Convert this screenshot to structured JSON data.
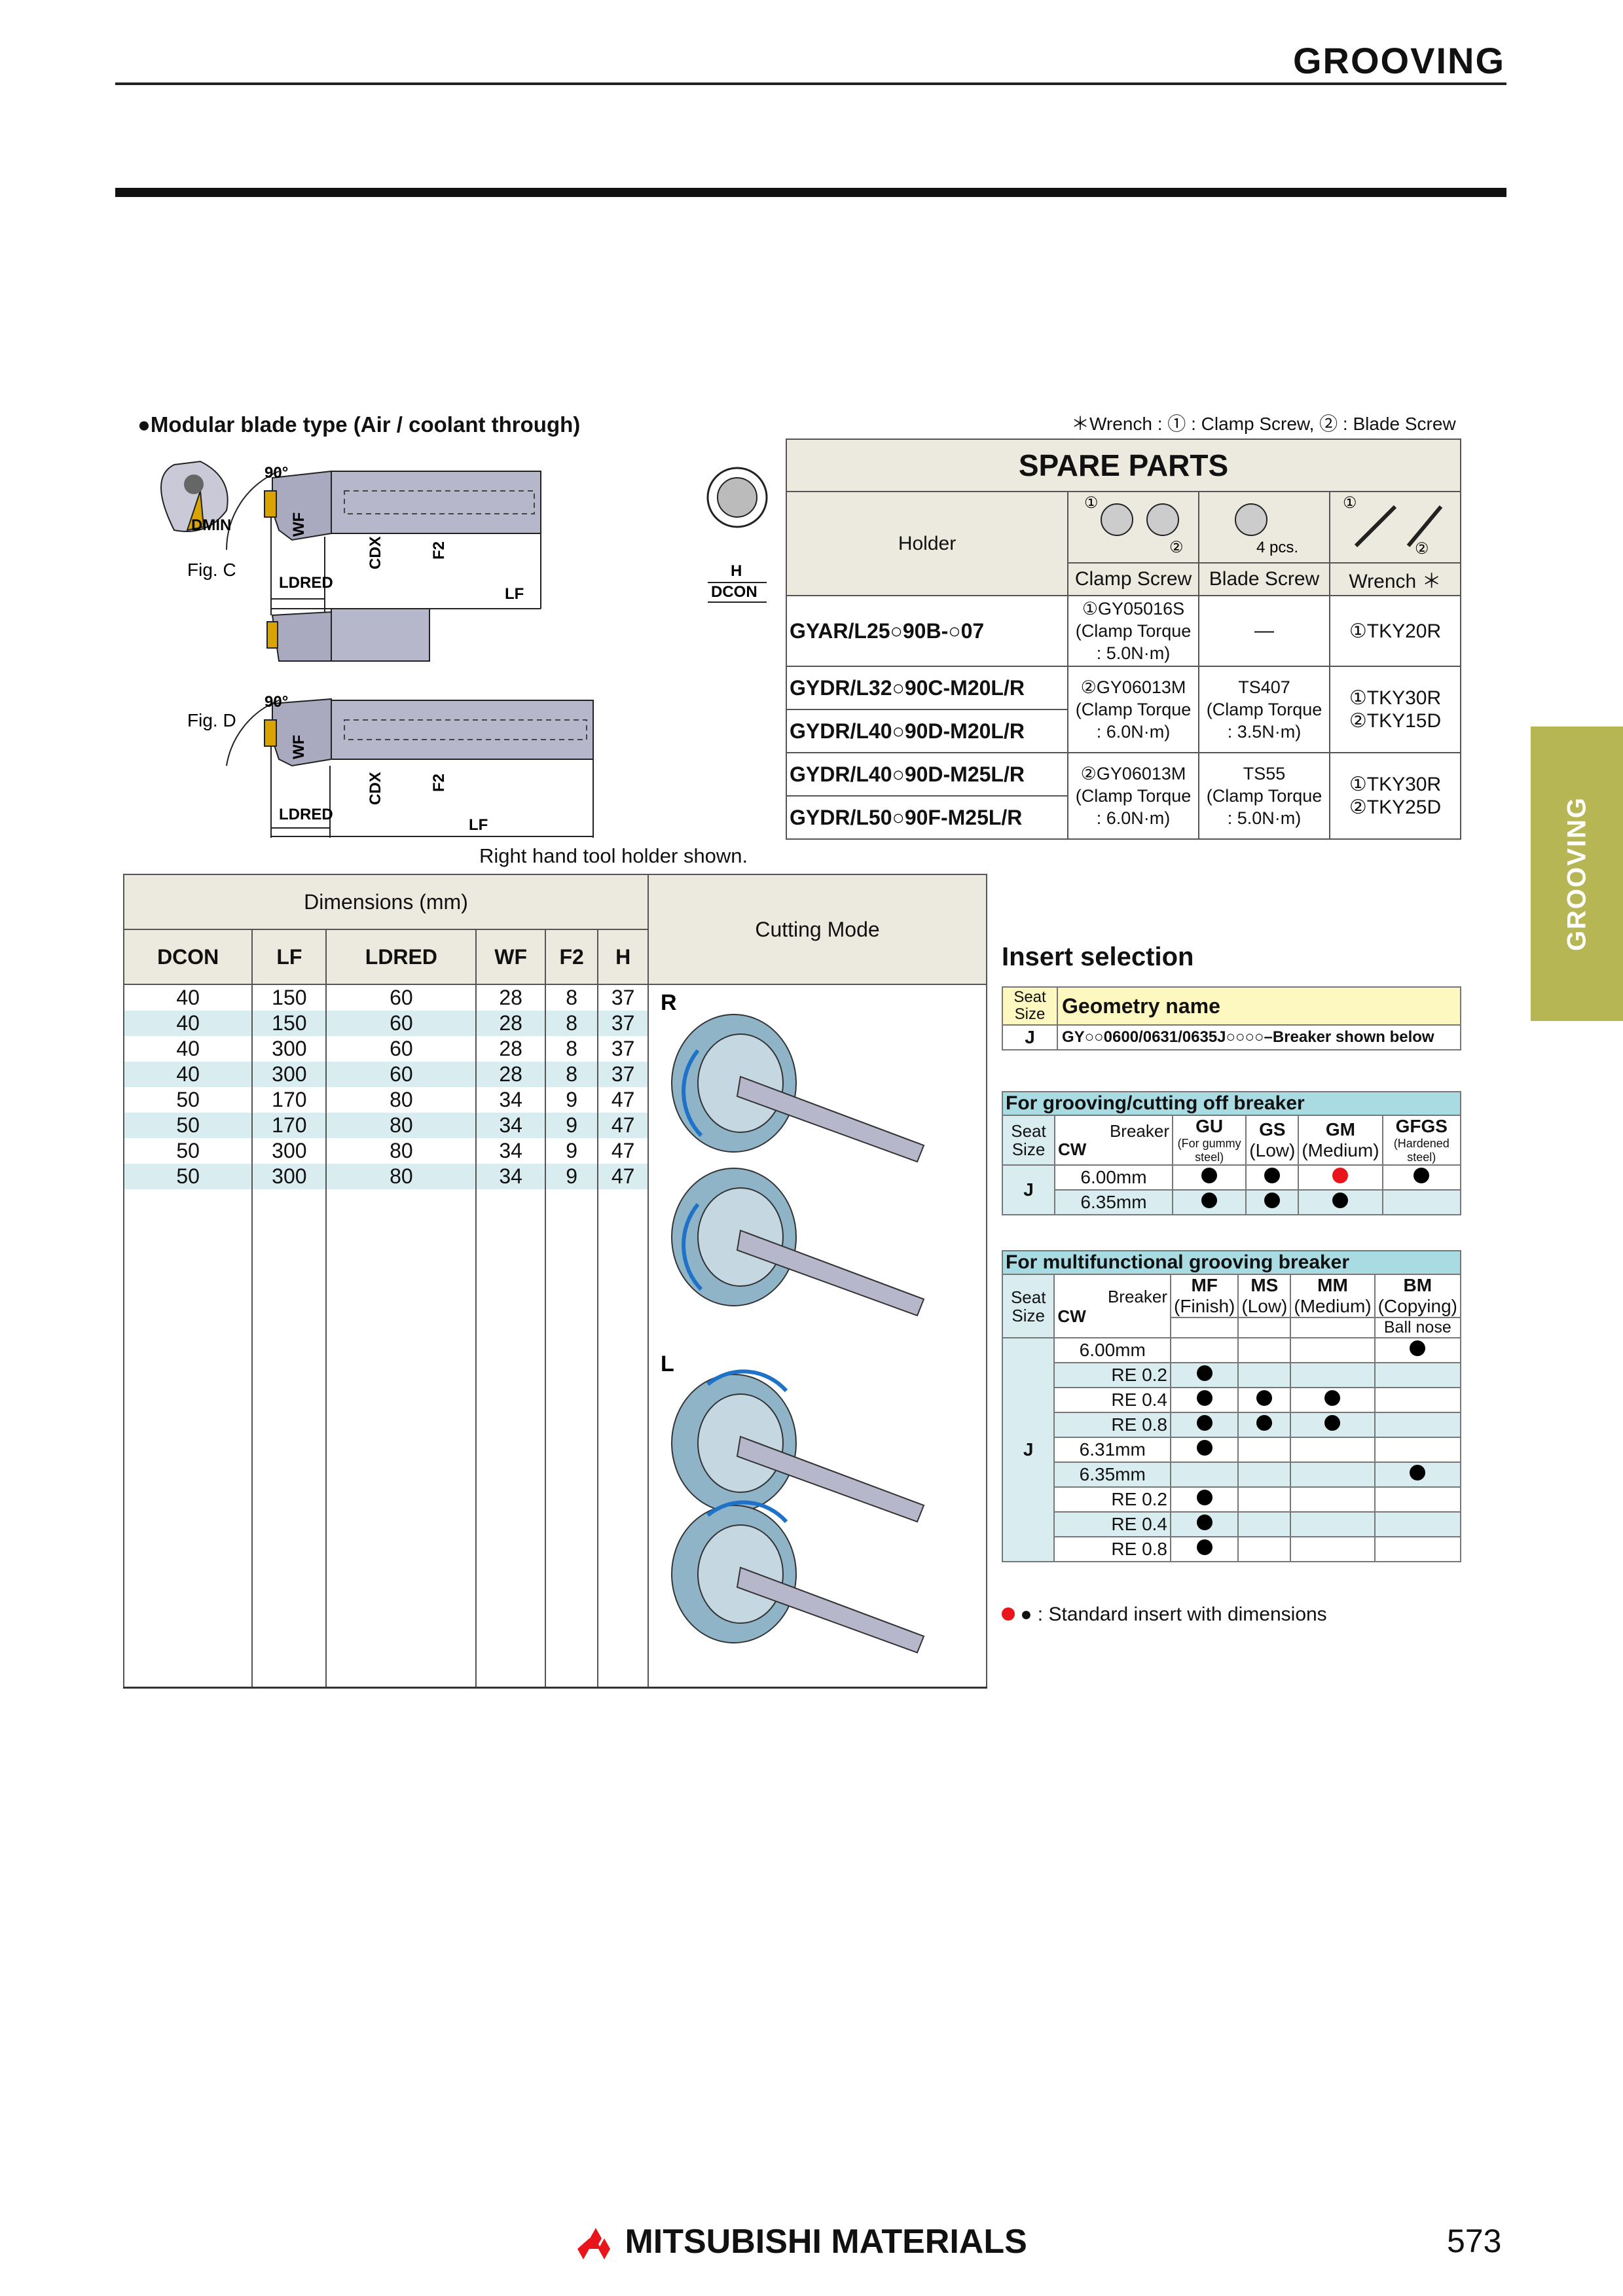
{
  "header": {
    "title": "GROOVING"
  },
  "side_tab": {
    "label": "GROOVING"
  },
  "section": {
    "heading": "●Modular blade type (Air / coolant through)",
    "wrench_note": "＊Wrench : ① : Clamp Screw, ② : Blade Screw"
  },
  "figures": {
    "fig_c": "Fig. C",
    "fig_d": "Fig. D",
    "angle": "90°",
    "dmin": "DMIN",
    "wf": "WF",
    "cdx": "CDX",
    "f2": "F2",
    "ldred": "LDRED",
    "lf": "LF",
    "h": "H",
    "dcon": "DCON",
    "right_hand_note": "Right hand tool holder shown."
  },
  "spare_parts": {
    "title": "SPARE PARTS",
    "holder_label": "Holder",
    "icon_labels": {
      "one": "①",
      "two": "②",
      "pcs": "4 pcs."
    },
    "columns": [
      "Clamp Screw",
      "Blade Screw",
      "Wrench"
    ],
    "star": "＊",
    "rows": [
      {
        "holder": "GYAR/L25○90B-○07",
        "clamp": [
          "①GY05016S",
          "(Clamp Torque",
          ": 5.0N·m)"
        ],
        "blade": "—",
        "wrench": "①TKY20R"
      }
    ],
    "group1": {
      "holders": [
        "GYDR/L32○90C-M20L/R",
        "GYDR/L40○90D-M20L/R"
      ],
      "clamp": [
        "②GY06013M",
        "(Clamp Torque",
        ": 6.0N·m)"
      ],
      "blade": [
        "TS407",
        "(Clamp Torque",
        ": 3.5N·m)"
      ],
      "wrench": [
        "①TKY30R",
        "②TKY15D"
      ]
    },
    "group2": {
      "holders": [
        "GYDR/L40○90D-M25L/R",
        "GYDR/L50○90F-M25L/R"
      ],
      "clamp": [
        "②GY06013M",
        "(Clamp Torque",
        ": 6.0N·m)"
      ],
      "blade": [
        "TS55",
        "(Clamp Torque",
        ": 5.0N·m)"
      ],
      "wrench": [
        "①TKY30R",
        "②TKY25D"
      ]
    }
  },
  "dimensions": {
    "title": "Dimensions (mm)",
    "cutting_mode": "Cutting Mode",
    "mode_r": "R",
    "mode_l": "L",
    "columns": [
      "DCON",
      "LF",
      "LDRED",
      "WF",
      "F2",
      "H"
    ],
    "rows": [
      [
        "40",
        "150",
        "60",
        "28",
        "8",
        "37"
      ],
      [
        "40",
        "150",
        "60",
        "28",
        "8",
        "37"
      ],
      [
        "40",
        "300",
        "60",
        "28",
        "8",
        "37"
      ],
      [
        "40",
        "300",
        "60",
        "28",
        "8",
        "37"
      ],
      [
        "50",
        "170",
        "80",
        "34",
        "9",
        "47"
      ],
      [
        "50",
        "170",
        "80",
        "34",
        "9",
        "47"
      ],
      [
        "50",
        "300",
        "80",
        "34",
        "9",
        "47"
      ],
      [
        "50",
        "300",
        "80",
        "34",
        "9",
        "47"
      ]
    ]
  },
  "insert_selection": {
    "heading": "Insert selection",
    "seat_size": "Seat Size",
    "geometry_name": "Geometry name",
    "seat_j": "J",
    "geometry_value": "GY○○0600/0631/0635J○○○○–Breaker shown below",
    "grooving": {
      "title": "For grooving/cutting off breaker",
      "breaker": "Breaker",
      "cw": "CW",
      "cols": [
        {
          "code": "GU",
          "sub": "(For gummy steel)"
        },
        {
          "code": "GS",
          "sub": "(Low)"
        },
        {
          "code": "GM",
          "sub": "(Medium)"
        },
        {
          "code": "GFGS",
          "sub": "(Hardened steel)"
        }
      ],
      "rows": [
        {
          "cw": "6.00mm",
          "marks": [
            "black",
            "black",
            "red",
            "black"
          ]
        },
        {
          "cw": "6.35mm",
          "marks": [
            "black",
            "black",
            "black",
            ""
          ]
        }
      ]
    },
    "multi": {
      "title": "For multifunctional grooving breaker",
      "breaker": "Breaker",
      "cw": "CW",
      "ball_nose": "Ball nose",
      "cols": [
        {
          "code": "MF",
          "sub": "(Finish)"
        },
        {
          "code": "MS",
          "sub": "(Low)"
        },
        {
          "code": "MM",
          "sub": "(Medium)"
        },
        {
          "code": "BM",
          "sub": "(Copying)"
        }
      ],
      "rows": [
        {
          "cw": "6.00mm",
          "marks": [
            "",
            "",
            "",
            "black"
          ]
        },
        {
          "cw": "RE 0.2",
          "marks": [
            "black",
            "",
            "",
            ""
          ]
        },
        {
          "cw": "RE 0.4",
          "marks": [
            "black",
            "black",
            "black",
            ""
          ]
        },
        {
          "cw": "RE 0.8",
          "marks": [
            "black",
            "black",
            "black",
            ""
          ]
        },
        {
          "cw": "6.31mm",
          "marks": [
            "black",
            "",
            "",
            ""
          ]
        },
        {
          "cw": "6.35mm",
          "marks": [
            "",
            "",
            "",
            "black"
          ]
        },
        {
          "cw": "RE 0.2",
          "marks": [
            "black",
            "",
            "",
            ""
          ]
        },
        {
          "cw": "RE 0.4",
          "marks": [
            "black",
            "",
            "",
            ""
          ]
        },
        {
          "cw": "RE 0.8",
          "marks": [
            "black",
            "",
            "",
            ""
          ]
        }
      ]
    },
    "legend": "● : Standard insert with dimensions"
  },
  "footer": {
    "logo": "MITSUBISHI MATERIALS",
    "page_number": "573"
  },
  "colors": {
    "tab": "#b6b655",
    "table_header": "#ece9df",
    "blue_row": "#d9edf1",
    "blue_title": "#a9dbe3",
    "yellow": "#fdf7c0",
    "red_dot": "#e8151b"
  }
}
